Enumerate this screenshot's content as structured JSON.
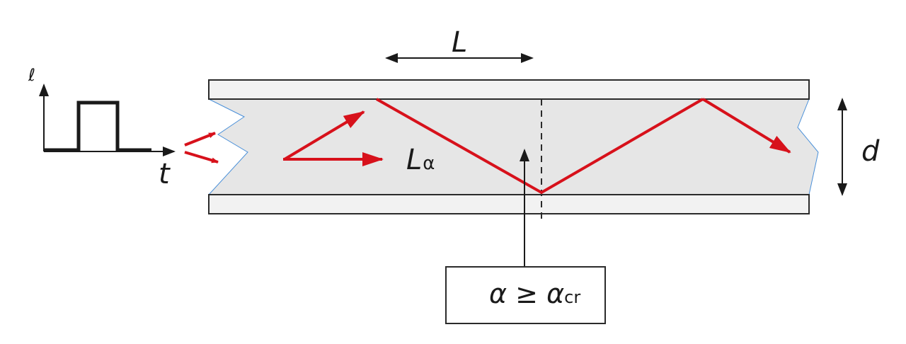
{
  "labels": {
    "span_length": "L",
    "wave_label": "L",
    "wave_label_subscript": "α",
    "thickness": "d",
    "time_axis": "t",
    "intensity_axis": "ℓ"
  },
  "condition": {
    "lhs": "α",
    "operator": "≥",
    "rhs": "α",
    "rhs_subscript": "cr"
  },
  "colors": {
    "ray": "#d7111b",
    "plate": "#f2f2f2",
    "core": "#e6e6e6",
    "outline": "#2b2b2b",
    "edge": "#4a90d9"
  }
}
